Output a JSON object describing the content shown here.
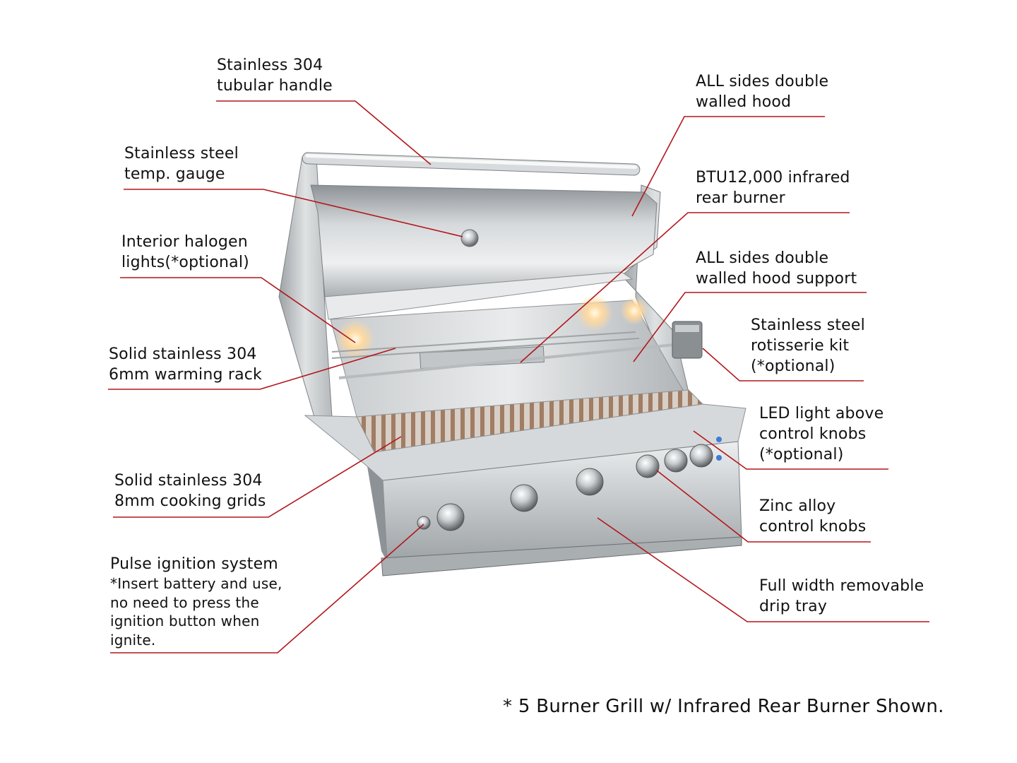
{
  "labels": {
    "handle": [
      "Stainless 304",
      "tubular handle"
    ],
    "gauge": [
      "Stainless steel",
      "temp. gauge"
    ],
    "halogen": [
      "Interior halogen",
      "lights(*optional)"
    ],
    "warming_rack": [
      "Solid stainless 304",
      "6mm warming rack"
    ],
    "cooking_grids": [
      "Solid stainless 304",
      "8mm cooking grids"
    ],
    "ignition": [
      "Pulse ignition system",
      "*Insert battery and use,",
      "no need to press the",
      "ignition button when",
      "ignite."
    ],
    "hood": [
      "ALL sides double",
      "walled hood"
    ],
    "rear_burner": [
      "BTU12,000 infrared",
      "rear burner"
    ],
    "hood_support": [
      "ALL sides double",
      "walled hood support"
    ],
    "rotisserie": [
      "Stainless steel",
      "rotisserie kit",
      "(*optional)"
    ],
    "led_light": [
      "LED light above",
      "control knobs",
      "(*optional)"
    ],
    "knobs": [
      "Zinc alloy",
      "control knobs"
    ],
    "drip_tray": [
      "Full width removable",
      "drip tray"
    ]
  },
  "caption": "* 5 Burner Grill w/ Infrared Rear Burner Shown.",
  "colors": {
    "leader": "#b3161b",
    "steel_light": "#e2e4e6",
    "steel_mid": "#b7bbbe",
    "steel_dark": "#7c8184",
    "glow": "#ffd9a0"
  }
}
